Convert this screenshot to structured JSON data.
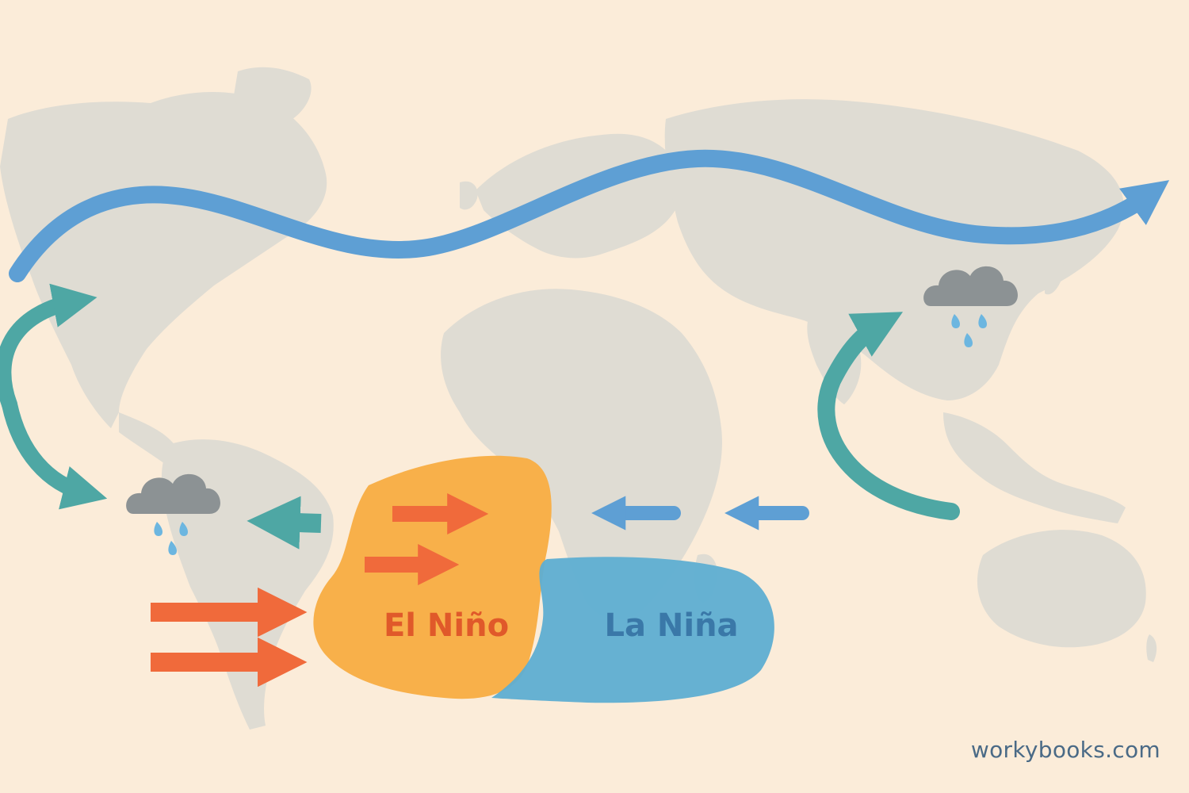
{
  "regions": {
    "el_nino": {
      "label": "El Niño",
      "color": "#f8b04a",
      "text_color": "#e0592a"
    },
    "la_nina": {
      "label": "La Niña",
      "color": "#5eaed2",
      "text_color": "#3a78a8"
    }
  },
  "colors": {
    "background": "#fbecd9",
    "land": "#dfdcd3",
    "jet_stream": "#5e9fd4",
    "circulation": "#4ea7a4",
    "warm_arrow": "#f06a3b",
    "cool_arrow": "#5e9fd4",
    "cloud": "#8c9294",
    "rain": "#6cb6e0"
  },
  "icons": [
    "rain-cloud-icon",
    "arrow-right-icon",
    "arrow-left-icon",
    "curved-arrow-icon"
  ],
  "credit": "workybooks.com"
}
